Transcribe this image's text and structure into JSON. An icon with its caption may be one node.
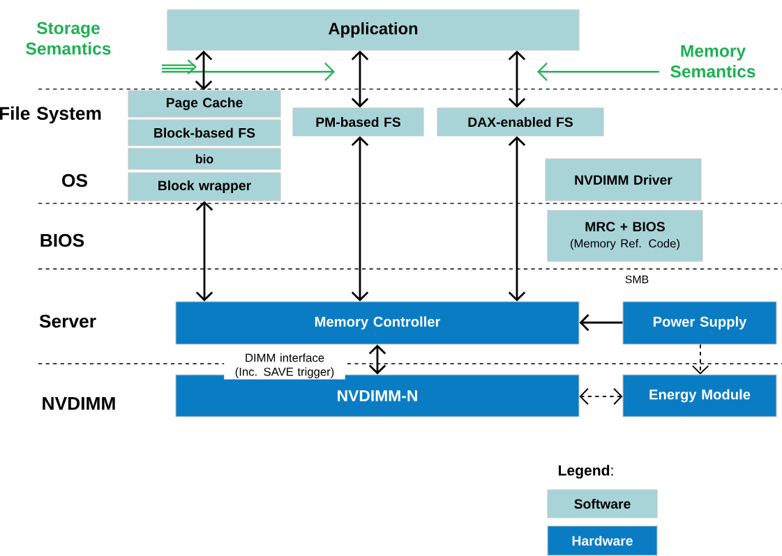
{
  "diagram": {
    "nodes": [
      {
        "text": [
          "Application"
        ]
      },
      {
        "text": [
          "Page Cache"
        ]
      },
      {
        "text": [
          "Block-based FS"
        ]
      },
      {
        "text": [
          "bio"
        ]
      },
      {
        "text": [
          "Block wrapper"
        ]
      },
      {
        "text": [
          "PM-based FS"
        ]
      },
      {
        "text": [
          "DAX-enabled  FS"
        ]
      },
      {
        "text": [
          "NVDIMM Driver"
        ]
      },
      {
        "text": [
          "MRC + BIOS",
          "(Memory Ref. Code)"
        ]
      },
      {
        "text": [
          "Memory Controller"
        ]
      },
      {
        "text": [
          "Power Supply"
        ]
      },
      {
        "text": [
          "NVDIMM-N"
        ]
      },
      {
        "text": [
          "Energy Module"
        ]
      }
    ],
    "edges": [
      {
        "from": 0,
        "to": 1,
        "arrow": "both"
      },
      {
        "from": 0,
        "to": 5,
        "arrow": "both"
      },
      {
        "from": 0,
        "to": 6,
        "arrow": "both"
      },
      {
        "from": 4,
        "to": 9,
        "arrow": "both"
      },
      {
        "from": 5,
        "to": 9,
        "arrow": "both"
      },
      {
        "from": 6,
        "to": 9,
        "arrow": "both"
      },
      {
        "from": 10,
        "to": 9,
        "arrow": "to"
      },
      {
        "from": 9,
        "to": 11,
        "arrow": "both",
        "label": "DIMM interface (Inc. SAVE trigger)"
      },
      {
        "from": 10,
        "to": 12,
        "arrow": "to",
        "style": "dashed"
      },
      {
        "from": 12,
        "to": 11,
        "arrow": "both",
        "style": "dashed"
      }
    ],
    "labels": [
      "Storage Semantics",
      "Memory Semantics",
      "File System",
      "OS",
      "BIOS",
      "SMB",
      "Server",
      "NVDIMM",
      "**Legend**:"
    ],
    "legend": [
      {
        "text": "Software",
        "color": "#a8d4d8"
      },
      {
        "text": "Hardware",
        "color": "#0a7cc4"
      }
    ]
  }
}
